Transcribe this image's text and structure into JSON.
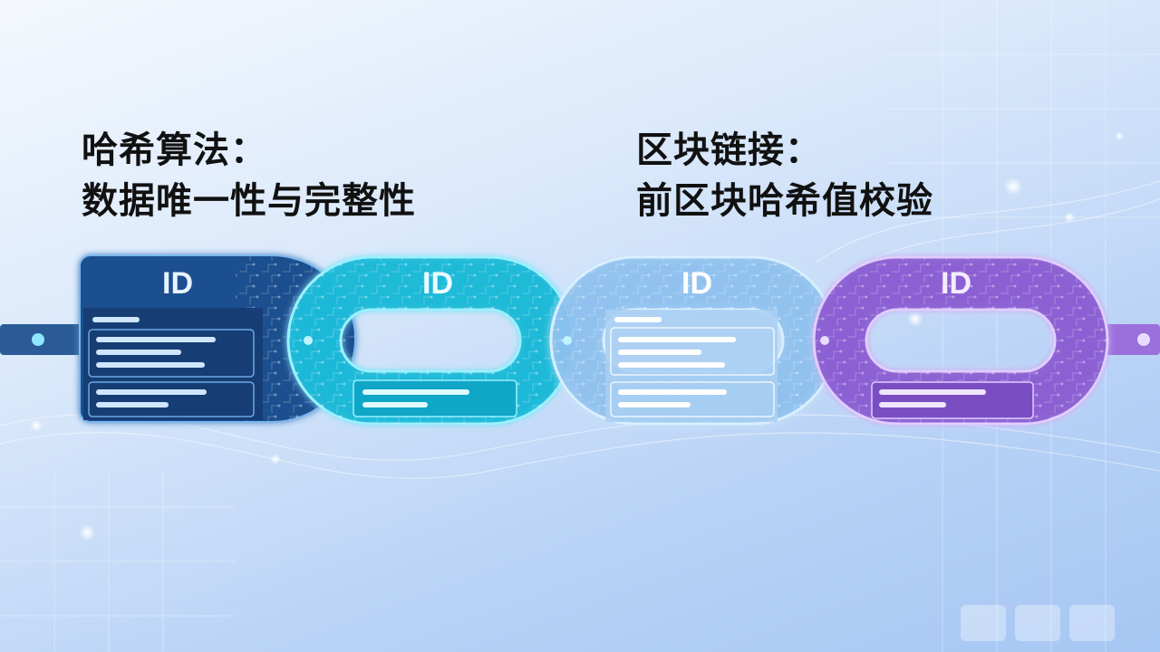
{
  "headlines": {
    "left": {
      "line1": "哈希算法：",
      "line2": "数据唯一性与完整性"
    },
    "right": {
      "line1": "区块链接：",
      "line2": "前区块哈希值校验"
    }
  },
  "blocks": [
    {
      "id_label": "ID",
      "color": "#1f4f8f"
    },
    {
      "id_label": "ID",
      "color": "#19b9d8"
    },
    {
      "id_label": "ID",
      "color": "#8ec0ee"
    },
    {
      "id_label": "ID",
      "color": "#8c5fd3"
    }
  ],
  "colors": {
    "rail": "#2a5b96",
    "glow": "#7fe7ff",
    "line_bar": "#cfe6ff"
  }
}
